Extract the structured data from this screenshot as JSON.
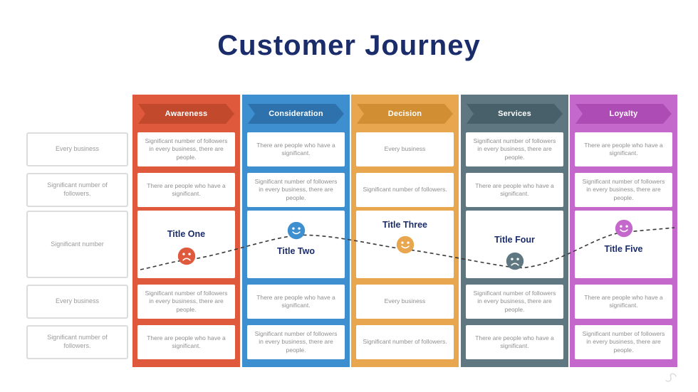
{
  "title": "Customer Journey",
  "theme": {
    "title_color": "#1B2C6B",
    "cell_text": "#8F8F8F",
    "label_text": "#9A9A9A",
    "label_border": "#DCDCDC",
    "line_color": "#3A3A3A"
  },
  "left_labels": [
    "Every business",
    "Significant number of followers.",
    "Significant number",
    "Every business",
    "Significant number of followers."
  ],
  "columns": [
    {
      "label": "Awareness",
      "color": "#DF5A3C",
      "banner_color": "#C2492B",
      "middle_title": "Title One",
      "face": "sad-face",
      "cells": [
        "Significant number of followers in every business, there are people.",
        "There are people who have a significant.",
        "Significant number of followers in every business, there are people.",
        "There are people who have a significant."
      ]
    },
    {
      "label": "Consideration",
      "color": "#3E8FD0",
      "banner_color": "#2D72AD",
      "middle_title": "Title Two",
      "face": "happy-face",
      "cells": [
        "There are people who have a significant.",
        "Significant number of followers in every business, there are people.",
        "There are people who have a significant.",
        "Significant number of followers in every business, there are people."
      ]
    },
    {
      "label": "Decision",
      "color": "#E8A64E",
      "banner_color": "#D18E33",
      "middle_title": "Title Three",
      "face": "happy-face",
      "cells": [
        "Every business",
        "Significant number of followers.",
        "Every business",
        "Significant number of followers."
      ]
    },
    {
      "label": "Services",
      "color": "#5E7780",
      "banner_color": "#47606A",
      "middle_title": "Title Four",
      "face": "sad-face",
      "cells": [
        "Significant number of followers in every business, there are people.",
        "There are people who have a significant.",
        "Significant number of followers in every business, there are people.",
        "There are people who have a significant."
      ]
    },
    {
      "label": "Loyalty",
      "color": "#C468CC",
      "banner_color": "#AE4CB6",
      "middle_title": "Title Five",
      "face": "happy-face",
      "cells": [
        "There are people who have a significant.",
        "Significant number of followers in every business, there are people.",
        "There are people who have a significant.",
        "Significant number of followers in every business, there are people."
      ]
    }
  ]
}
